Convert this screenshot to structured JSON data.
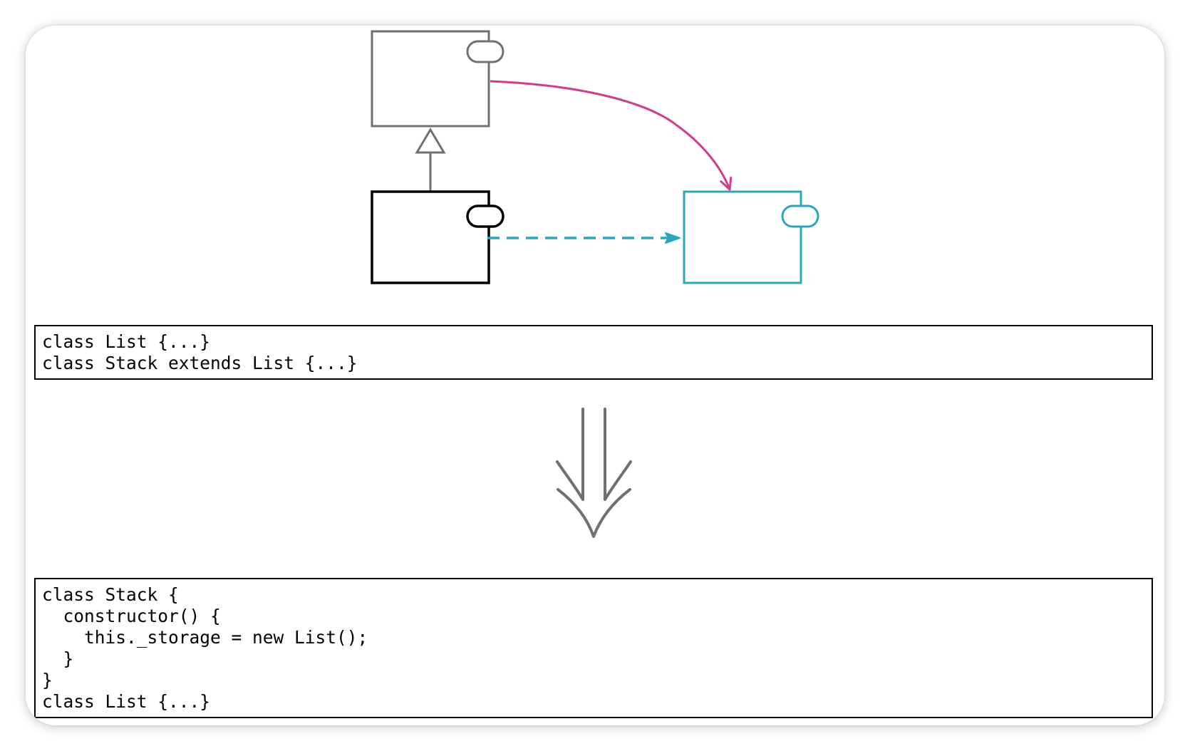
{
  "colors": {
    "superclass": "#707070",
    "subclass": "#000000",
    "delegate": "#2aa7b9",
    "inherits_arrow": "#707070",
    "moved_link": "#d23c8a",
    "new_link": "#2aa7b9",
    "transform_arrow": "#707070",
    "code_border": "#000000"
  },
  "icons": {
    "component_port": "component-port-icon",
    "generalization_arrow": "hollow-triangle-arrowhead-icon",
    "transform_arrow": "double-down-arrow-icon"
  },
  "code_before": {
    "lines": [
      "class List {...}",
      "class Stack extends List {...}"
    ]
  },
  "code_after": {
    "lines": [
      "class Stack {",
      "  constructor() {",
      "    this._storage = new List();",
      "  }",
      "}",
      "class List {...}"
    ]
  }
}
